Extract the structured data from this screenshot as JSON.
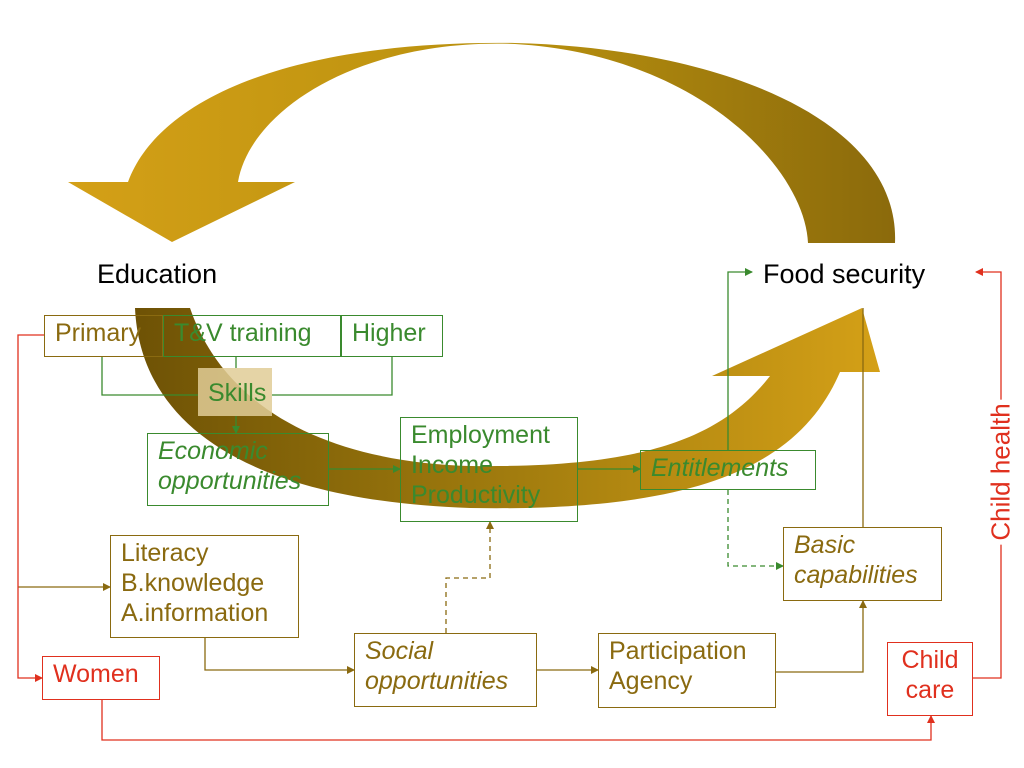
{
  "nodes": {
    "education": "Education",
    "food_security": "Food security",
    "primary": "Primary",
    "tv_training": "T&V training",
    "higher": "Higher",
    "skills": "Skills",
    "economic_opportunities": [
      "Economic",
      "opportunities"
    ],
    "employment": [
      "Employment",
      "Income",
      "Productivity"
    ],
    "entitlements": "Entitlements",
    "literacy": [
      "Literacy",
      "B.knowledge",
      "A.information"
    ],
    "basic_capabilities": [
      "Basic",
      "capabilities"
    ],
    "social_opportunities": [
      "Social",
      "opportunities"
    ],
    "participation": [
      "Participation",
      "Agency"
    ],
    "women": "Women",
    "child_care": [
      "Child",
      "care"
    ],
    "child_health": "Child health"
  },
  "colors": {
    "green": "#3a8a2e",
    "olive": "#8a6a10",
    "red": "#e0301e",
    "gold": "#d4a017",
    "gold_dark": "#8b6a0c"
  }
}
